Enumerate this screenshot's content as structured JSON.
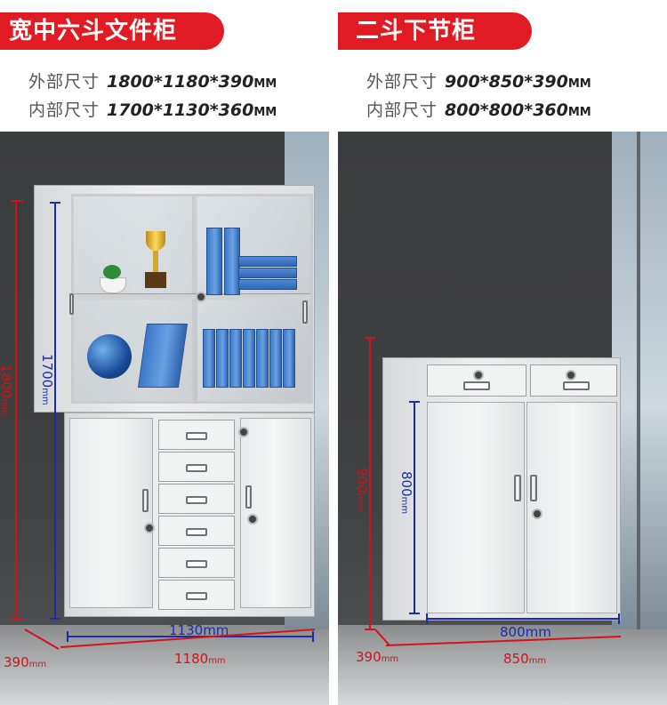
{
  "left_panel": {
    "title": "宽中六斗文件柜",
    "external": {
      "label": "外部尺寸",
      "value": "1800*1180*390",
      "unit": "MM"
    },
    "internal": {
      "label": "内部尺寸",
      "value": "1700*1130*360",
      "unit": "MM"
    },
    "dims": {
      "height_outer": "1800",
      "height_inner": "1700",
      "width_inner": "1130",
      "width_outer": "1180",
      "depth": "390",
      "unit": "mm"
    }
  },
  "right_panel": {
    "title": "二斗下节柜",
    "external": {
      "label": "外部尺寸",
      "value": "900*850*390",
      "unit": "MM"
    },
    "internal": {
      "label": "内部尺寸",
      "value": "800*800*360",
      "unit": "MM"
    },
    "dims": {
      "height_outer": "900",
      "height_inner": "800",
      "width_inner": "800",
      "width_outer": "850",
      "depth": "390",
      "unit": "mm"
    }
  },
  "colors": {
    "accent": "#e01b23",
    "inner_dim": "#1b2ea8",
    "outer_dim": "#d0141a",
    "binder": "#3b78c9"
  }
}
